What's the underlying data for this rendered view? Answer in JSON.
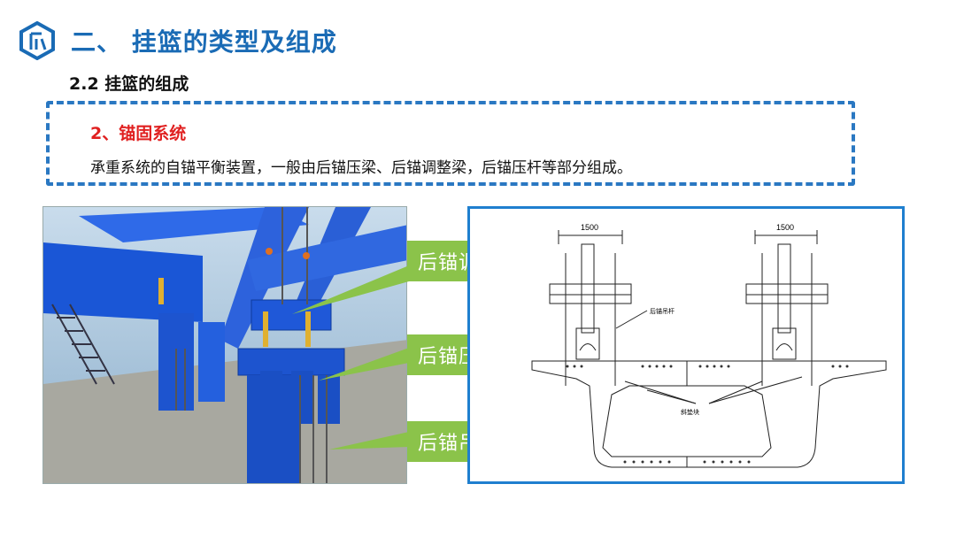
{
  "header": {
    "title": "二、 挂篮的类型及组成",
    "section": "2.2 挂篮的组成"
  },
  "info_box": {
    "heading": "2、锚固系统",
    "description": "承重系统的自锚平衡装置，一般由后锚压梁、后锚调整梁，后锚压杆等部分组成。"
  },
  "callouts": [
    {
      "label": "后锚调整梁"
    },
    {
      "label": "后锚压梁"
    },
    {
      "label": "后锚吊杆"
    }
  ],
  "drawing": {
    "dimension_left": "1500",
    "dimension_right": "1500",
    "label_rod": "后锚吊杆",
    "label_pad": "斜垫块"
  },
  "colors": {
    "title_blue": "#1a6bb5",
    "heading_red": "#e02020",
    "dash_border": "#2a78c2",
    "callout_green": "#8bc34a",
    "drawing_border": "#1f7fcf"
  },
  "icons": [
    "company-logo-icon"
  ]
}
